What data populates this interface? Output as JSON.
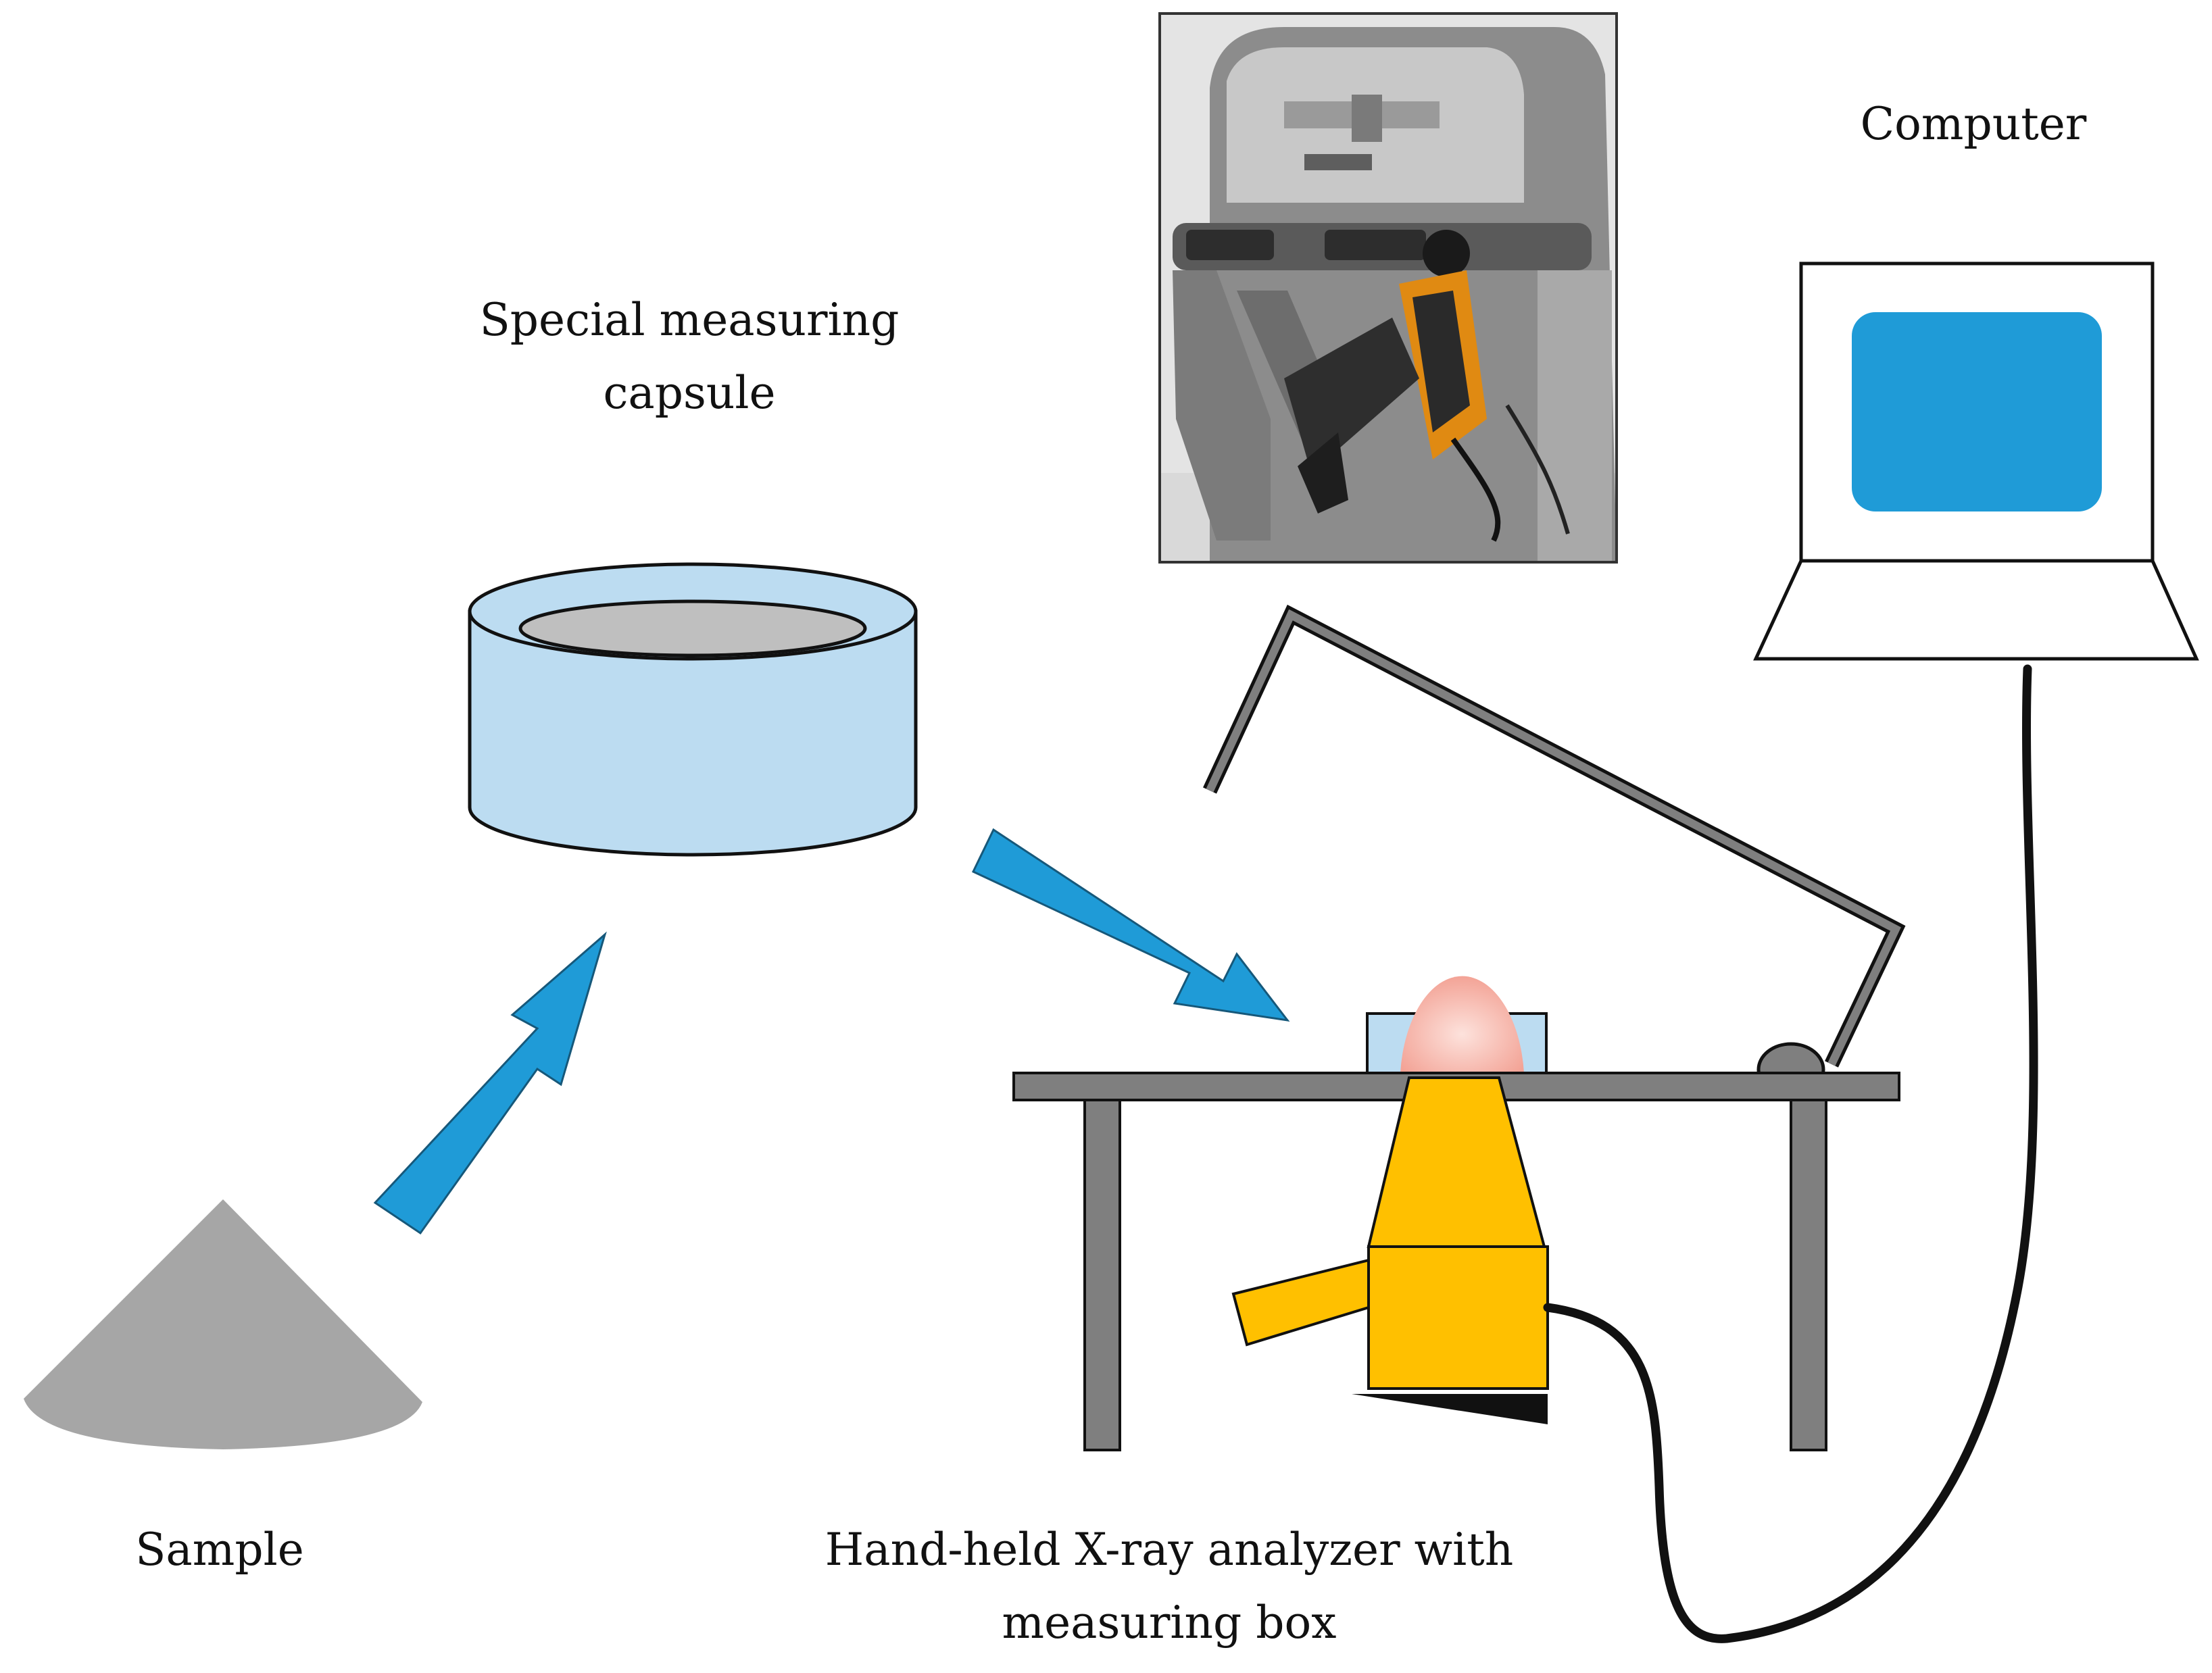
{
  "labels": {
    "capsule_line1": "Special measuring",
    "capsule_line2": "capsule",
    "computer": "Computer",
    "sample": "Sample",
    "analyzer_line1": "Hand-held X-ray analyzer with",
    "analyzer_line2": "measuring box"
  },
  "colors": {
    "arrow": "#1f9bd7",
    "capsule_fill": "#bcdcf1",
    "screen": "#1f9bd7",
    "analyzer": "#ffc000",
    "table": "#7f7f7f",
    "sample": "#a6a6a6",
    "probe_head": "#f6b0a8"
  }
}
